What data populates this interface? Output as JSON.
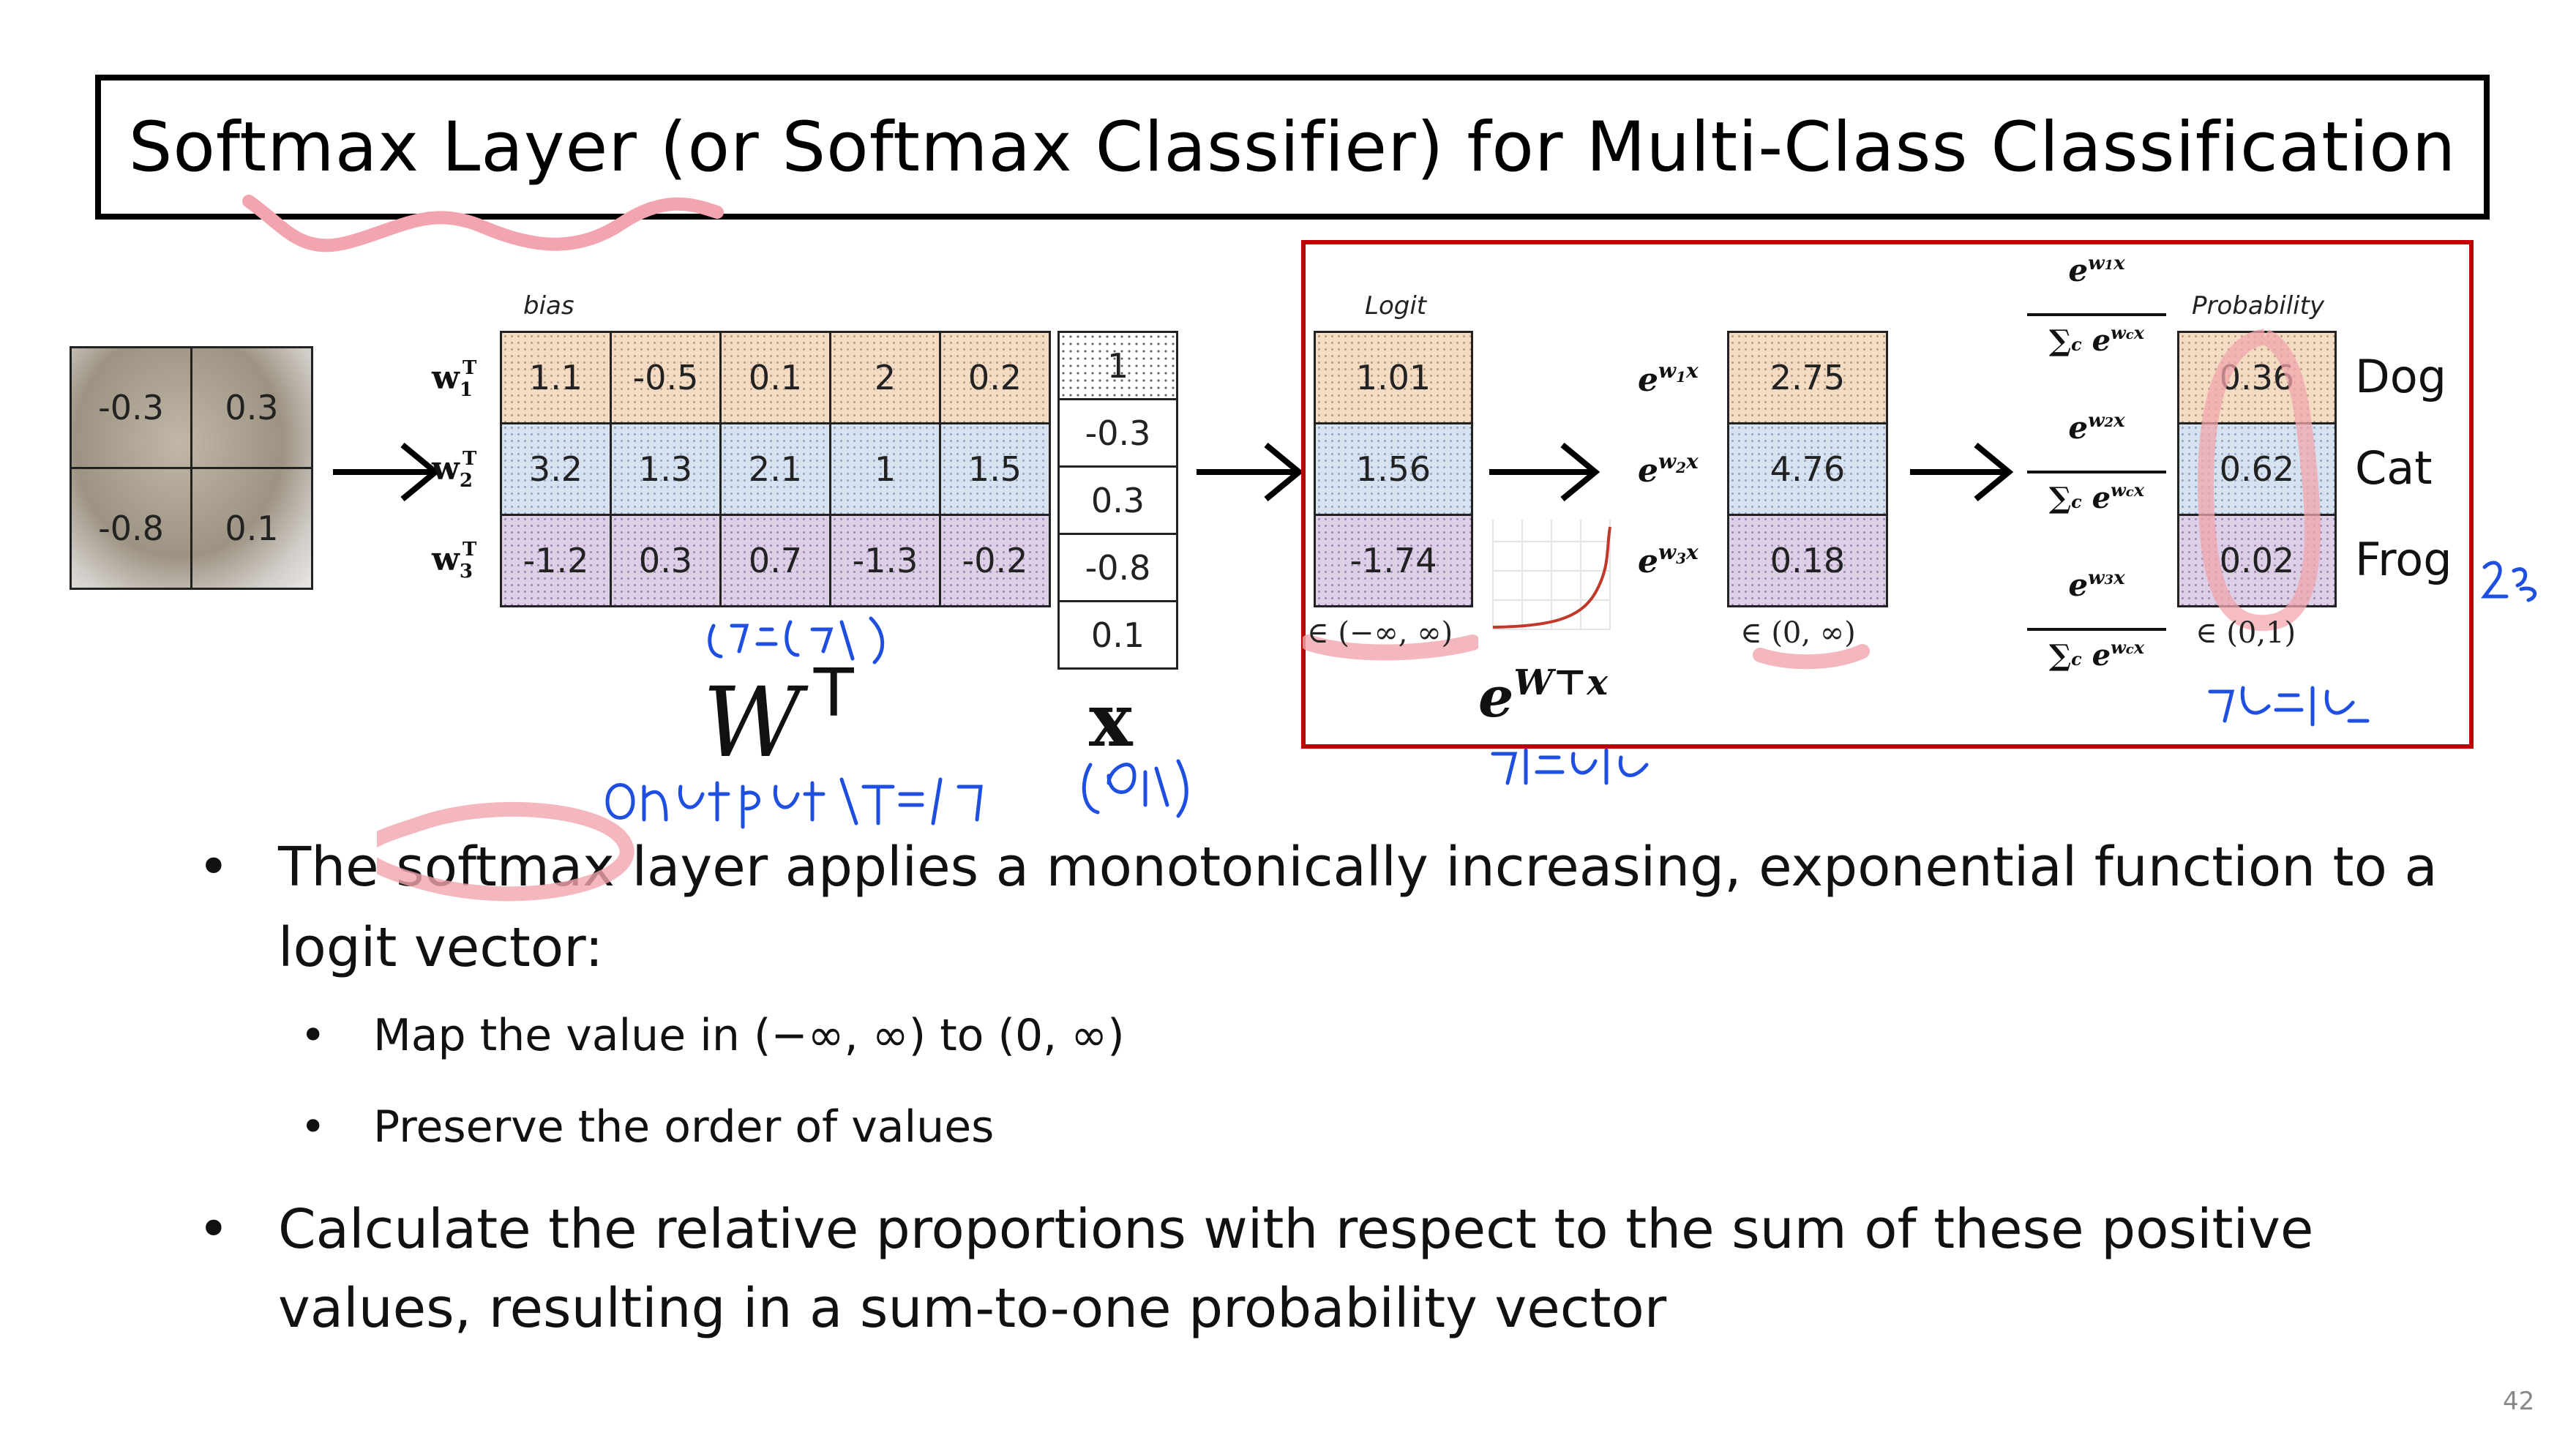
{
  "title": "Softmax Layer (or Softmax Classifier) for Multi-Class Classification",
  "image_grid": [
    "-0.3",
    "0.3",
    "-0.8",
    "0.1"
  ],
  "weights": {
    "header": "bias",
    "rows": [
      {
        "label": "w",
        "sub": "1",
        "sup": "T",
        "values": [
          "1.1",
          "-0.5",
          "0.1",
          "2",
          "0.2"
        ]
      },
      {
        "label": "w",
        "sub": "2",
        "sup": "T",
        "values": [
          "3.2",
          "1.3",
          "2.1",
          "1",
          "1.5"
        ]
      },
      {
        "label": "w",
        "sub": "3",
        "sup": "T",
        "values": [
          "-1.2",
          "0.3",
          "0.7",
          "-1.3",
          "-0.2"
        ]
      }
    ],
    "matrix_label": "W",
    "matrix_sup": "T"
  },
  "x_vector": {
    "values": [
      "1",
      "-0.3",
      "0.3",
      "-0.8",
      "0.1"
    ],
    "label": "x"
  },
  "logit": {
    "header": "Logit",
    "values": [
      "1.01",
      "1.56",
      "-1.74"
    ],
    "range": "∈ (−∞, ∞)"
  },
  "exp": {
    "labels": [
      {
        "sub": "1"
      },
      {
        "sub": "2"
      },
      {
        "sub": "3"
      }
    ],
    "values": [
      "2.75",
      "4.76",
      "0.18"
    ],
    "range": "∈ (0, ∞)",
    "formula": "e",
    "formula_sup": "W⊤x"
  },
  "probability": {
    "header": "Probability",
    "values": [
      "0.36",
      "0.62",
      "0.02"
    ],
    "range": "∈ (0,1)",
    "classes": [
      "Dog",
      "Cat",
      "Frog"
    ]
  },
  "bullets": [
    {
      "text": "The softmax layer applies a monotonically increasing, exponential function to a",
      "text2": "logit vector:",
      "sub": [
        "Map the value in (−∞, ∞) to (0, ∞)",
        "Preserve the order of values"
      ]
    },
    {
      "text": "Calculate the relative proportions with respect to the sum of these positive",
      "text2": "values, resulting in a sum-to-one probability vector"
    }
  ],
  "page_number": "42",
  "colors": {
    "highlight_box": "#c00000",
    "handwriting_blue": "#1f4fe0",
    "highlight_pink": "#f2a5ae"
  }
}
